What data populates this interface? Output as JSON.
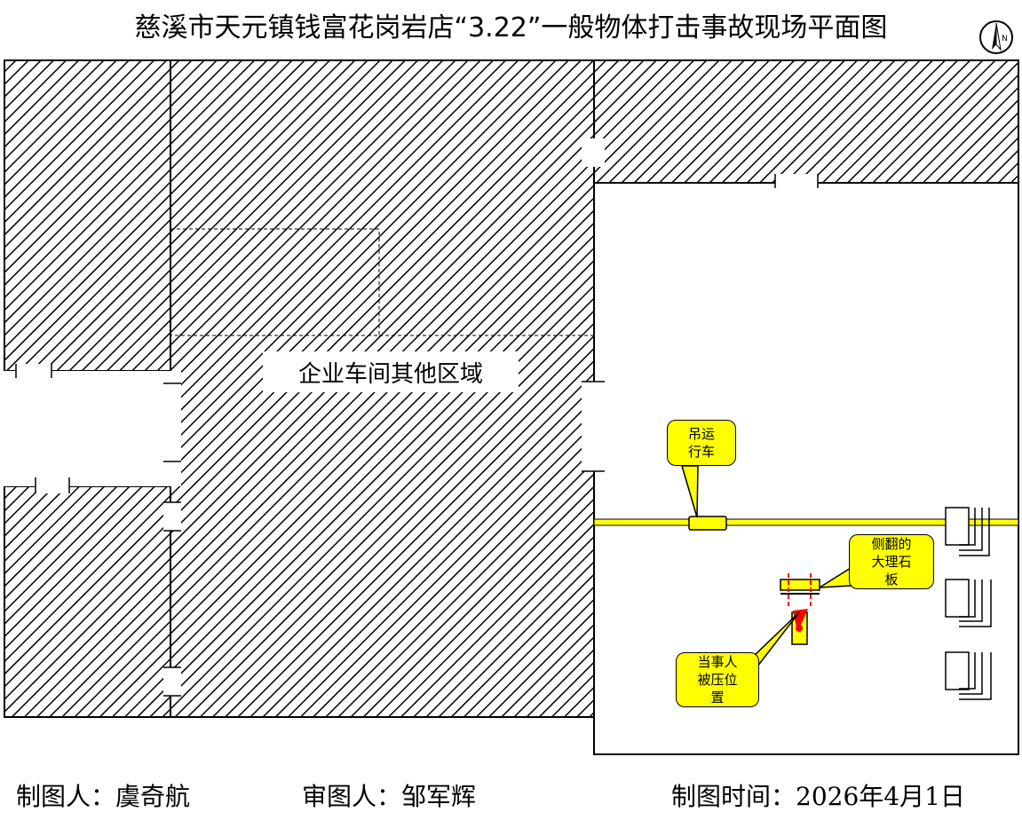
{
  "title": "慈溪市天元镇钱富花岗岩店“3.22”一般物体打击事故现场平面图",
  "compass": {
    "letter": "N"
  },
  "labels": {
    "workshop_area": "企业车间其他区域",
    "crane": "吊运\n行车",
    "marble_slab": "侧翻的\n大理石\n板",
    "victim_position": "当事人\n被压位\n置"
  },
  "footer": {
    "drafter": "制图人：虞奇航",
    "reviewer": "审图人：邹军辉",
    "date": "制图时间：2026年4月1日"
  },
  "colors": {
    "callout": "#FFFF00",
    "crane_rail": "#FFFF00",
    "victim_marker": "#FF0000",
    "hatch": "#000000"
  }
}
